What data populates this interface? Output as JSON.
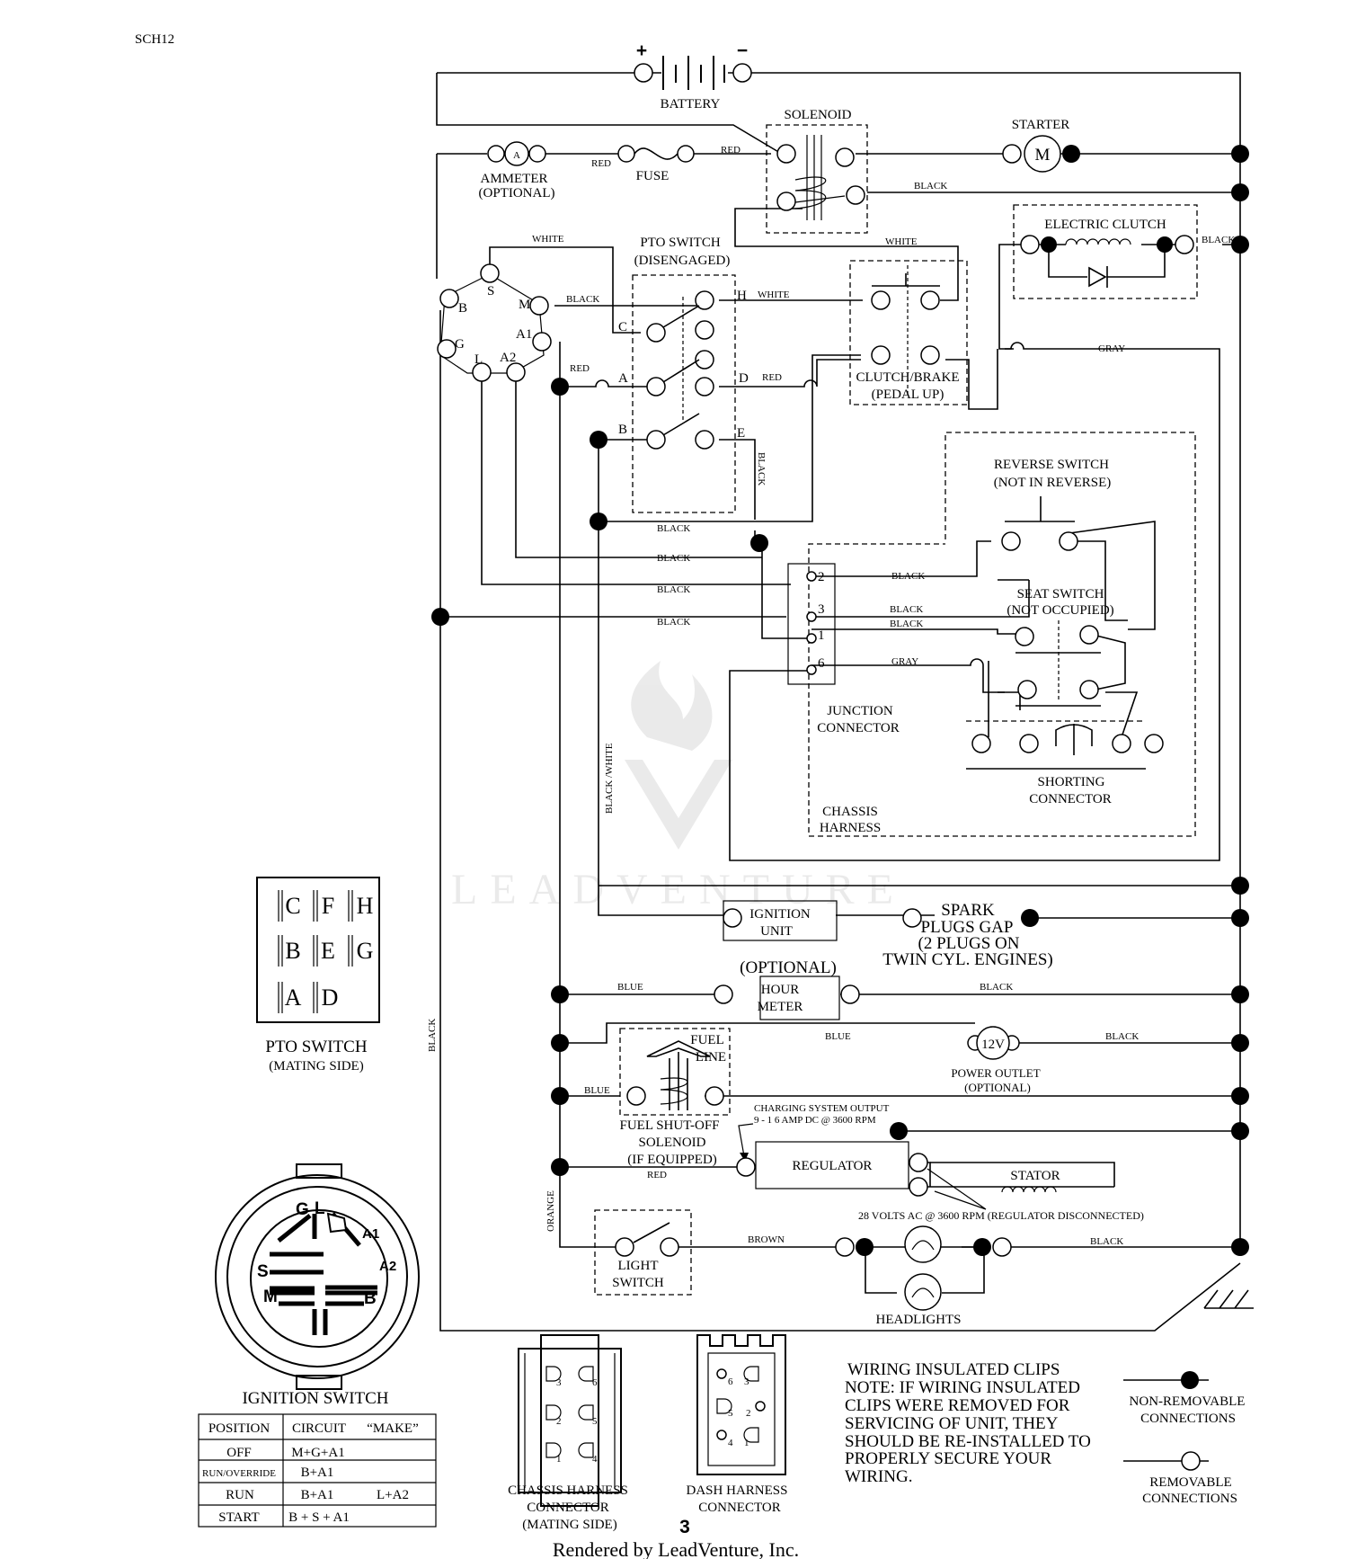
{
  "page": {
    "code": "SCH12",
    "page_number": "3",
    "footer": "Rendered by LeadVenture, Inc.",
    "watermark": "LEADVENTURE"
  },
  "components": {
    "battery": "BATTERY",
    "battery_plus": "+",
    "battery_minus": "−",
    "solenoid": "SOLENOID",
    "starter": "STARTER",
    "starter_symbol": "M",
    "ammeter_line1": "AMMETER",
    "ammeter_line2": "(OPTIONAL)",
    "ammeter_symbol": "A",
    "fuse": "FUSE",
    "electric_clutch": "ELECTRIC CLUTCH",
    "pto_switch_line1": "PTO SWITCH",
    "pto_switch_line2": "(DISENGAGED)",
    "clutch_brake_line1": "CLUTCH/BRAKE",
    "clutch_brake_line2": "(PEDAL UP)",
    "reverse_switch_line1": "REVERSE SWITCH",
    "reverse_switch_line2": "(NOT IN REVERSE)",
    "seat_switch_line1": "SEAT SWITCH",
    "seat_switch_line2": "(NOT OCCUPIED)",
    "junction_line1": "JUNCTION",
    "junction_line2": "CONNECTOR",
    "shorting_line1": "SHORTING",
    "shorting_line2": "CONNECTOR",
    "chassis_harness_line1": "CHASSIS",
    "chassis_harness_line2": "HARNESS",
    "ignition_unit_line1": "IGNITION",
    "ignition_unit_line2": "UNIT",
    "spark_line1": "SPARK",
    "spark_line2": "PLUGS GAP",
    "spark_line3": "(2 PLUGS ON",
    "spark_line4": "TWIN CYL. ENGINES)",
    "hour_meter_optional": "(OPTIONAL)",
    "hour_meter_line1": "HOUR",
    "hour_meter_line2": "METER",
    "fuel_line_1": "FUEL",
    "fuel_line_2": "LINE",
    "power_outlet_symbol": "12V",
    "power_outlet_line1": "POWER OUTLET",
    "power_outlet_line2": "(OPTIONAL)",
    "fuel_solenoid_line1": "FUEL SHUT-OFF",
    "fuel_solenoid_line2": "SOLENOID",
    "fuel_solenoid_line3": "(IF EQUIPPED)",
    "charging_line1": "CHARGING SYSTEM OUTPUT",
    "charging_line2": "9 - 1 6 AMP DC @ 3600 RPM",
    "regulator": "REGULATOR",
    "stator": "STATOR",
    "stator_note": "28 VOLTS AC @ 3600 RPM (REGULATOR DISCONNECTED)",
    "light_switch_line1": "LIGHT",
    "light_switch_line2": "SWITCH",
    "headlights": "HEADLIGHTS"
  },
  "terminals": {
    "ign": [
      "S",
      "B",
      "M",
      "A1",
      "G",
      "L",
      "A2"
    ],
    "pto": [
      "H",
      "C",
      "A",
      "D",
      "B",
      "E"
    ],
    "junction": [
      "2",
      "3",
      "1",
      "6"
    ]
  },
  "wires": {
    "red": "RED",
    "black": "BLACK",
    "white": "WHITE",
    "gray": "GRAY",
    "blue": "BLUE",
    "brown": "BROWN",
    "orange": "ORANGE",
    "black_white": "BLACK /WHITE"
  },
  "pto_mating": {
    "title": "PTO SWITCH",
    "subtitle": "(MATING SIDE)",
    "rows": [
      [
        "C",
        "F",
        "H"
      ],
      [
        "B",
        "E",
        "G"
      ],
      [
        "A",
        "D"
      ]
    ]
  },
  "ignition_switch": {
    "title": "IGNITION SWITCH",
    "face_labels": [
      "G",
      "L",
      "A1",
      "A2",
      "S",
      "M",
      "B"
    ],
    "table": {
      "headers": [
        "POSITION",
        "CIRCUIT",
        "“MAKE”"
      ],
      "rows": [
        [
          "OFF",
          "M+G+A1",
          ""
        ],
        [
          "RUN/OVERRIDE",
          "B+A1",
          ""
        ],
        [
          "RUN",
          "B+A1",
          "L+A2"
        ],
        [
          "START",
          "B + S + A1",
          ""
        ]
      ]
    }
  },
  "connectors": {
    "chassis": {
      "line1": "CHASSIS HARNESS",
      "line2": "CONNECTOR",
      "line3": "(MATING SIDE)",
      "pins": [
        "3",
        "6",
        "2",
        "5",
        "1",
        "4"
      ]
    },
    "dash": {
      "line1": "DASH HARNESS",
      "line2": "CONNECTOR",
      "pins": [
        "6",
        "3",
        "5",
        "2",
        "4",
        "1"
      ]
    }
  },
  "note": {
    "lines": [
      "WIRING INSULATED CLIPS",
      "NOTE:  IF WIRING INSULATED",
      "CLIPS WERE REMOVED FOR",
      "SERVICING OF UNIT, THEY",
      "SHOULD BE RE-INSTALLED TO",
      "PROPERLY SECURE YOUR",
      "WIRING."
    ]
  },
  "legend": {
    "non_removable_line1": "NON-REMOVABLE",
    "non_removable_line2": "CONNECTIONS",
    "removable_line1": "REMOVABLE",
    "removable_line2": "CONNECTIONS"
  }
}
